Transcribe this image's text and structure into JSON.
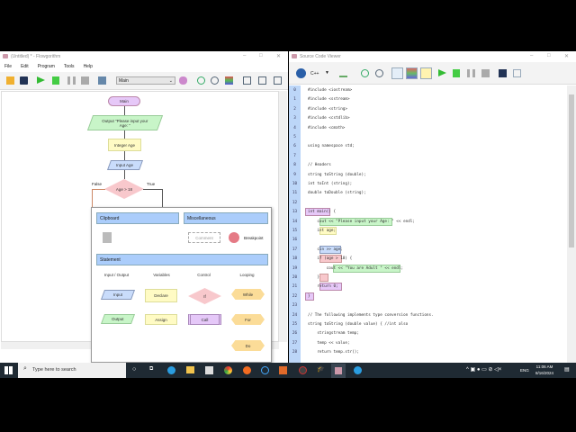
{
  "flowgorithm": {
    "title": "(Untitled) * - Flowgorithm",
    "menu": [
      "File",
      "Edit",
      "Program",
      "Tools",
      "Help"
    ],
    "function_select": "Main",
    "flowchart": {
      "start": "Main",
      "output": "Output \"Please input your Age: \"",
      "declare": "Integer Age",
      "input": "Input Age",
      "if": "Age > 18",
      "false_label": "False",
      "true_label": "True"
    },
    "popup": {
      "clipboard": "Clipboard",
      "misc": "Miscellaneous",
      "comment": "Comment",
      "breakpoint": "Breakpoint",
      "statement": "Statement",
      "columns": [
        "Input / Output",
        "Variables",
        "Control",
        "Looping"
      ],
      "input": "Input",
      "output": "Output",
      "declare": "Declare",
      "assign": "Assign",
      "if": "If",
      "call": "Call",
      "while": "While",
      "for": "For",
      "do": "Do"
    }
  },
  "viewer": {
    "title": "Source Code Viewer",
    "language": "C++",
    "lines": [
      "#include <iostream>",
      "#include <sstream>",
      "#include <string>",
      "#include <cstdlib>",
      "#include <cmath>",
      "",
      "using namespace std;",
      "",
      "// Headers",
      "string toString (double);",
      "int toInt (string);",
      "double toDouble (string);",
      "",
      "int main() {",
      "    cout << \"Please input your Age: \" << endl;",
      "    int age;",
      "",
      "    cin >> age;",
      "    if (age > 18) {",
      "        cout << \"You are Adult \" << endl;",
      "    }",
      "    return 0;",
      "}",
      "",
      "// The following implements type conversion functions.",
      "string toString (double value) { //int also",
      "    stringstream temp;",
      "    temp << value;",
      "    return temp.str();"
    ]
  },
  "taskbar": {
    "search_placeholder": "Type here to search",
    "time": "11:06 AM",
    "date": "8/16/2024",
    "lang": "ENG"
  },
  "colors": {
    "io_input": "#c9dcfb",
    "io_output": "#c8f5c8",
    "declare": "#fffbc4",
    "if": "#f8c8cc",
    "call": "#e5c8f8",
    "loop": "#fbdc98",
    "section": "#abcdfb"
  }
}
